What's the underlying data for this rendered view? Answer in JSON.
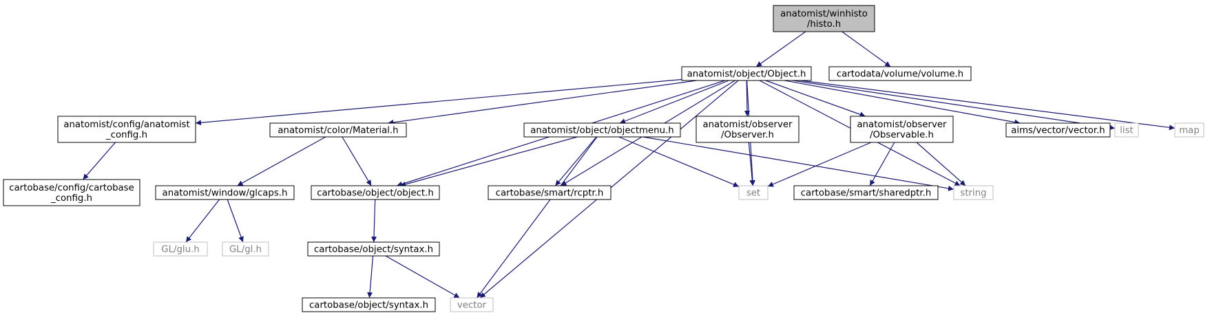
{
  "colors": {
    "edge": "#191970",
    "root_fill": "#bfbfbf",
    "node_border": "#000000",
    "external_border": "#bfbfbf",
    "external_text": "#808080"
  },
  "nodes": {
    "histo": {
      "lines": [
        "anatomist/winhisto",
        "/histo.h"
      ],
      "kind": "root"
    },
    "object": {
      "lines": [
        "anatomist/object/Object.h"
      ],
      "kind": "normal"
    },
    "volume": {
      "lines": [
        "cartodata/volume/volume.h"
      ],
      "kind": "normal"
    },
    "anaconfig": {
      "lines": [
        "anatomist/config/anatomist",
        "_config.h"
      ],
      "kind": "normal"
    },
    "material": {
      "lines": [
        "anatomist/color/Material.h"
      ],
      "kind": "normal"
    },
    "objmenu": {
      "lines": [
        "anatomist/object/objectmenu.h"
      ],
      "kind": "normal"
    },
    "observer": {
      "lines": [
        "anatomist/observer",
        "/Observer.h"
      ],
      "kind": "normal"
    },
    "observable": {
      "lines": [
        "anatomist/observer",
        "/Observable.h"
      ],
      "kind": "normal"
    },
    "aimsvec": {
      "lines": [
        "aims/vector/vector.h"
      ],
      "kind": "normal"
    },
    "list": {
      "lines": [
        "list"
      ],
      "kind": "external"
    },
    "map": {
      "lines": [
        "map"
      ],
      "kind": "external"
    },
    "cbconfig": {
      "lines": [
        "cartobase/config/cartobase",
        "_config.h"
      ],
      "kind": "normal"
    },
    "glcaps": {
      "lines": [
        "anatomist/window/glcaps.h"
      ],
      "kind": "normal"
    },
    "cbobject": {
      "lines": [
        "cartobase/object/object.h"
      ],
      "kind": "normal"
    },
    "rcptr": {
      "lines": [
        "cartobase/smart/rcptr.h"
      ],
      "kind": "normal"
    },
    "set": {
      "lines": [
        "set"
      ],
      "kind": "external"
    },
    "sharedptr": {
      "lines": [
        "cartobase/smart/sharedptr.h"
      ],
      "kind": "normal"
    },
    "string": {
      "lines": [
        "string"
      ],
      "kind": "external"
    },
    "glu": {
      "lines": [
        "GL/glu.h"
      ],
      "kind": "external"
    },
    "gl": {
      "lines": [
        "GL/gl.h"
      ],
      "kind": "external"
    },
    "syntaxh": {
      "lines": [
        "cartobase/object/syntax.h"
      ],
      "kind": "normal"
    },
    "syntaxh2": {
      "lines": [
        "cartobase/object/syntax.h"
      ],
      "kind": "normal"
    },
    "vector": {
      "lines": [
        "vector"
      ],
      "kind": "external"
    }
  },
  "edges": [
    [
      "histo",
      "object"
    ],
    [
      "histo",
      "volume"
    ],
    [
      "object",
      "anaconfig"
    ],
    [
      "object",
      "material"
    ],
    [
      "object",
      "cbobject"
    ],
    [
      "object",
      "vector"
    ],
    [
      "object",
      "rcptr"
    ],
    [
      "object",
      "objmenu"
    ],
    [
      "object",
      "observer"
    ],
    [
      "object",
      "set"
    ],
    [
      "object",
      "observable"
    ],
    [
      "object",
      "string"
    ],
    [
      "object",
      "aimsvec"
    ],
    [
      "object",
      "list"
    ],
    [
      "object",
      "map"
    ],
    [
      "anaconfig",
      "cbconfig"
    ],
    [
      "material",
      "glcaps"
    ],
    [
      "material",
      "cbobject"
    ],
    [
      "objmenu",
      "cbobject"
    ],
    [
      "objmenu",
      "rcptr"
    ],
    [
      "objmenu",
      "set"
    ],
    [
      "objmenu",
      "string"
    ],
    [
      "objmenu",
      "vector"
    ],
    [
      "observer",
      "set"
    ],
    [
      "observable",
      "set"
    ],
    [
      "observable",
      "sharedptr"
    ],
    [
      "observable",
      "string"
    ],
    [
      "glcaps",
      "glu"
    ],
    [
      "glcaps",
      "gl"
    ],
    [
      "cbobject",
      "syntaxh"
    ],
    [
      "syntaxh",
      "syntaxh2"
    ],
    [
      "syntaxh",
      "vector"
    ]
  ]
}
